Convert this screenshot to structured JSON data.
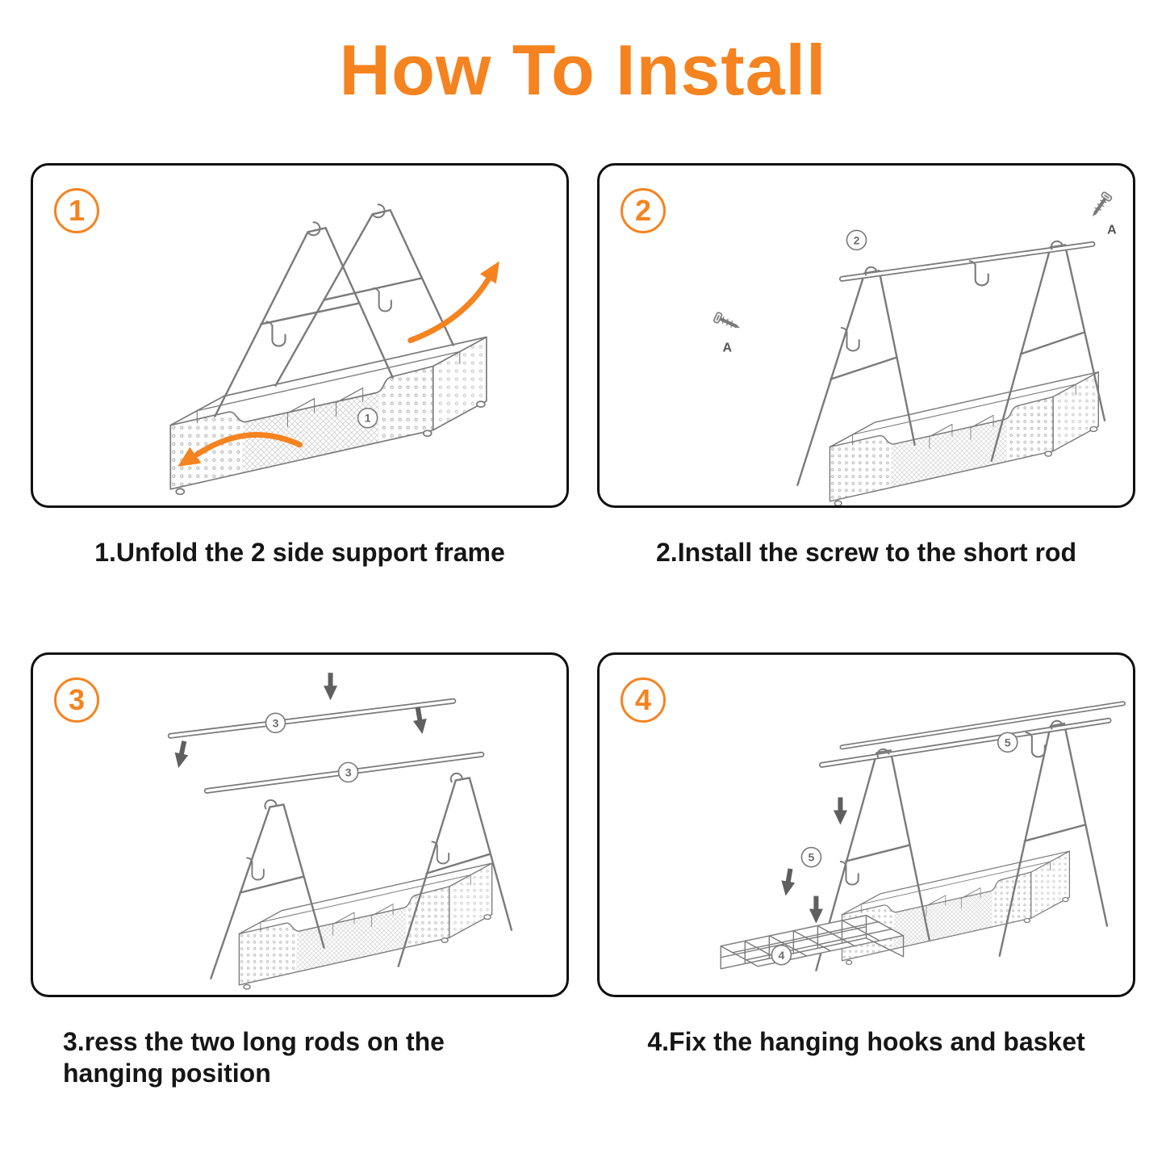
{
  "title": "How To Install",
  "colors": {
    "accent_orange": "#F5831F",
    "caption_text": "#161616",
    "line_art": "#7a7a7a",
    "arrow_gray": "#5f5f5f"
  },
  "steps": [
    {
      "number": "1",
      "caption": "1.Unfold the 2 side support frame",
      "annotations": {
        "part": "1"
      }
    },
    {
      "number": "2",
      "caption": "2.Install the screw to the short rod",
      "annotations": {
        "part": "2",
        "screw_top": "A",
        "screw_side": "A"
      }
    },
    {
      "number": "3",
      "caption": "3.ress the two long rods on the hanging position",
      "annotations": {
        "rod_upper": "3",
        "rod_lower": "3"
      }
    },
    {
      "number": "4",
      "caption": "4.Fix the hanging hooks and basket",
      "annotations": {
        "basket": "4",
        "hook_right": "5",
        "hook_left": "5"
      }
    }
  ]
}
